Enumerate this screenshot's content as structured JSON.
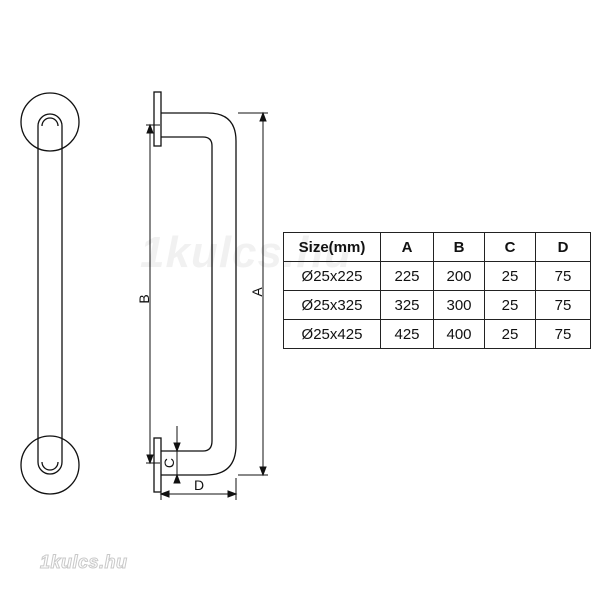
{
  "diagram": {
    "labels": {
      "A": "A",
      "B": "B",
      "C": "C",
      "D": "D"
    }
  },
  "table": {
    "headers": [
      "Size(mm)",
      "A",
      "B",
      "C",
      "D"
    ],
    "rows": [
      [
        "Ø25x225",
        "225",
        "200",
        "25",
        "75"
      ],
      [
        "Ø25x325",
        "325",
        "300",
        "25",
        "75"
      ],
      [
        "Ø25x425",
        "425",
        "400",
        "25",
        "75"
      ]
    ]
  },
  "watermark": {
    "large": "1kulcs.hu",
    "small": "1kulcs.hu"
  }
}
